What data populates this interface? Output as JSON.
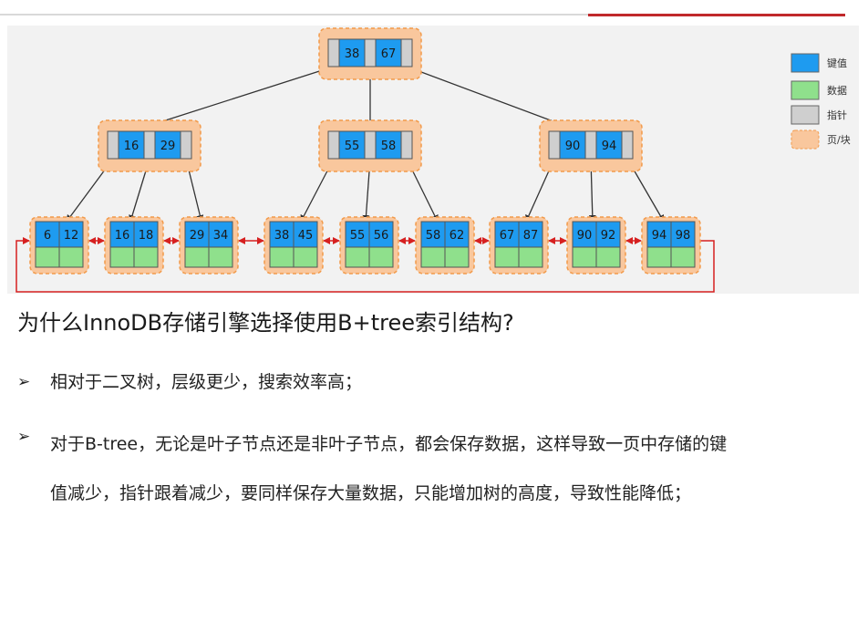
{
  "diagram": {
    "root": {
      "keys": [
        "38",
        "67"
      ]
    },
    "internal": [
      {
        "keys": [
          "16",
          "29"
        ]
      },
      {
        "keys": [
          "55",
          "58"
        ]
      },
      {
        "keys": [
          "90",
          "94"
        ]
      }
    ],
    "leaves": [
      {
        "keys": [
          "6",
          "12"
        ]
      },
      {
        "keys": [
          "16",
          "18"
        ]
      },
      {
        "keys": [
          "29",
          "34"
        ]
      },
      {
        "keys": [
          "38",
          "45"
        ]
      },
      {
        "keys": [
          "55",
          "56"
        ]
      },
      {
        "keys": [
          "58",
          "62"
        ]
      },
      {
        "keys": [
          "67",
          "87"
        ]
      },
      {
        "keys": [
          "90",
          "92"
        ]
      },
      {
        "keys": [
          "94",
          "98"
        ]
      }
    ],
    "legend": [
      {
        "label": "键值",
        "color": "#1e9bf0"
      },
      {
        "label": "数据",
        "color": "#8fe08c"
      },
      {
        "label": "指针",
        "color": "#cfcfcf"
      },
      {
        "label": "页/块",
        "color": "#f9c79d"
      }
    ],
    "colors": {
      "key": "#1e9bf0",
      "data": "#8fe08c",
      "pointer": "#cfcfcf",
      "page": "#f9c79d",
      "page_border": "#f29a4a",
      "leaf_link": "#d62020",
      "edge": "#333333"
    }
  },
  "question": "为什么InnoDB存储引擎选择使用B+tree索引结构?",
  "bullets": [
    "相对于二叉树，层级更少，搜索效率高；",
    "对于B-tree，无论是叶子节点还是非叶子节点，都会保存数据，这样导致一页中存储的键值减少，指针跟着减少，要同样保存大量数据，只能增加树的高度，导致性能降低；"
  ],
  "bullet_marker": "➢"
}
